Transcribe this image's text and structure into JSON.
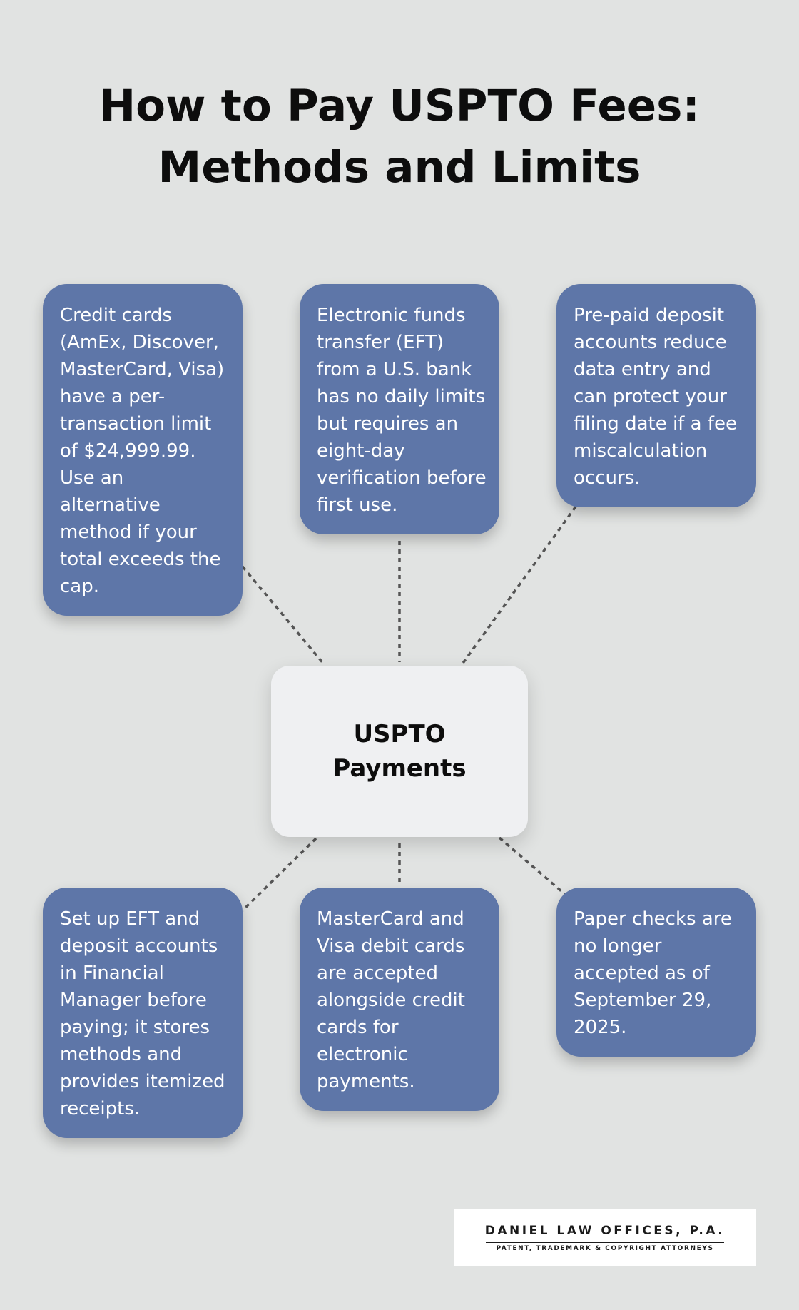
{
  "title": {
    "line1": "How to Pay USPTO Fees:",
    "line2": "Methods and Limits"
  },
  "center": {
    "line1": "USPTO",
    "line2": "Payments"
  },
  "cards": [
    "Credit cards (AmEx, Discover, MasterCard, Visa) have a per-transaction limit of $24,999.99. Use an alternative method if your total exceeds the cap.",
    "Electronic funds transfer (EFT) from a U.S. bank has no daily limits but requires an eight-day verification before first use.",
    "Pre-paid deposit accounts reduce data entry and can protect your filing date if a fee miscalculation occurs.",
    "Set up EFT and deposit accounts in Financial Manager before paying; it stores methods and provides itemized receipts.",
    "MasterCard and Visa debit cards are accepted alongside credit cards for electronic payments.",
    "Paper checks are no longer accepted as of September 29, 2025."
  ],
  "logo": {
    "name": "DANIEL LAW OFFICES, P.A.",
    "tagline": "PATENT, TRADEMARK & COPYRIGHT ATTORNEYS"
  },
  "colors": {
    "background": "#e1e3e2",
    "card": "#5e76a8",
    "center_box": "#eff0f2",
    "connector": "#555555"
  }
}
